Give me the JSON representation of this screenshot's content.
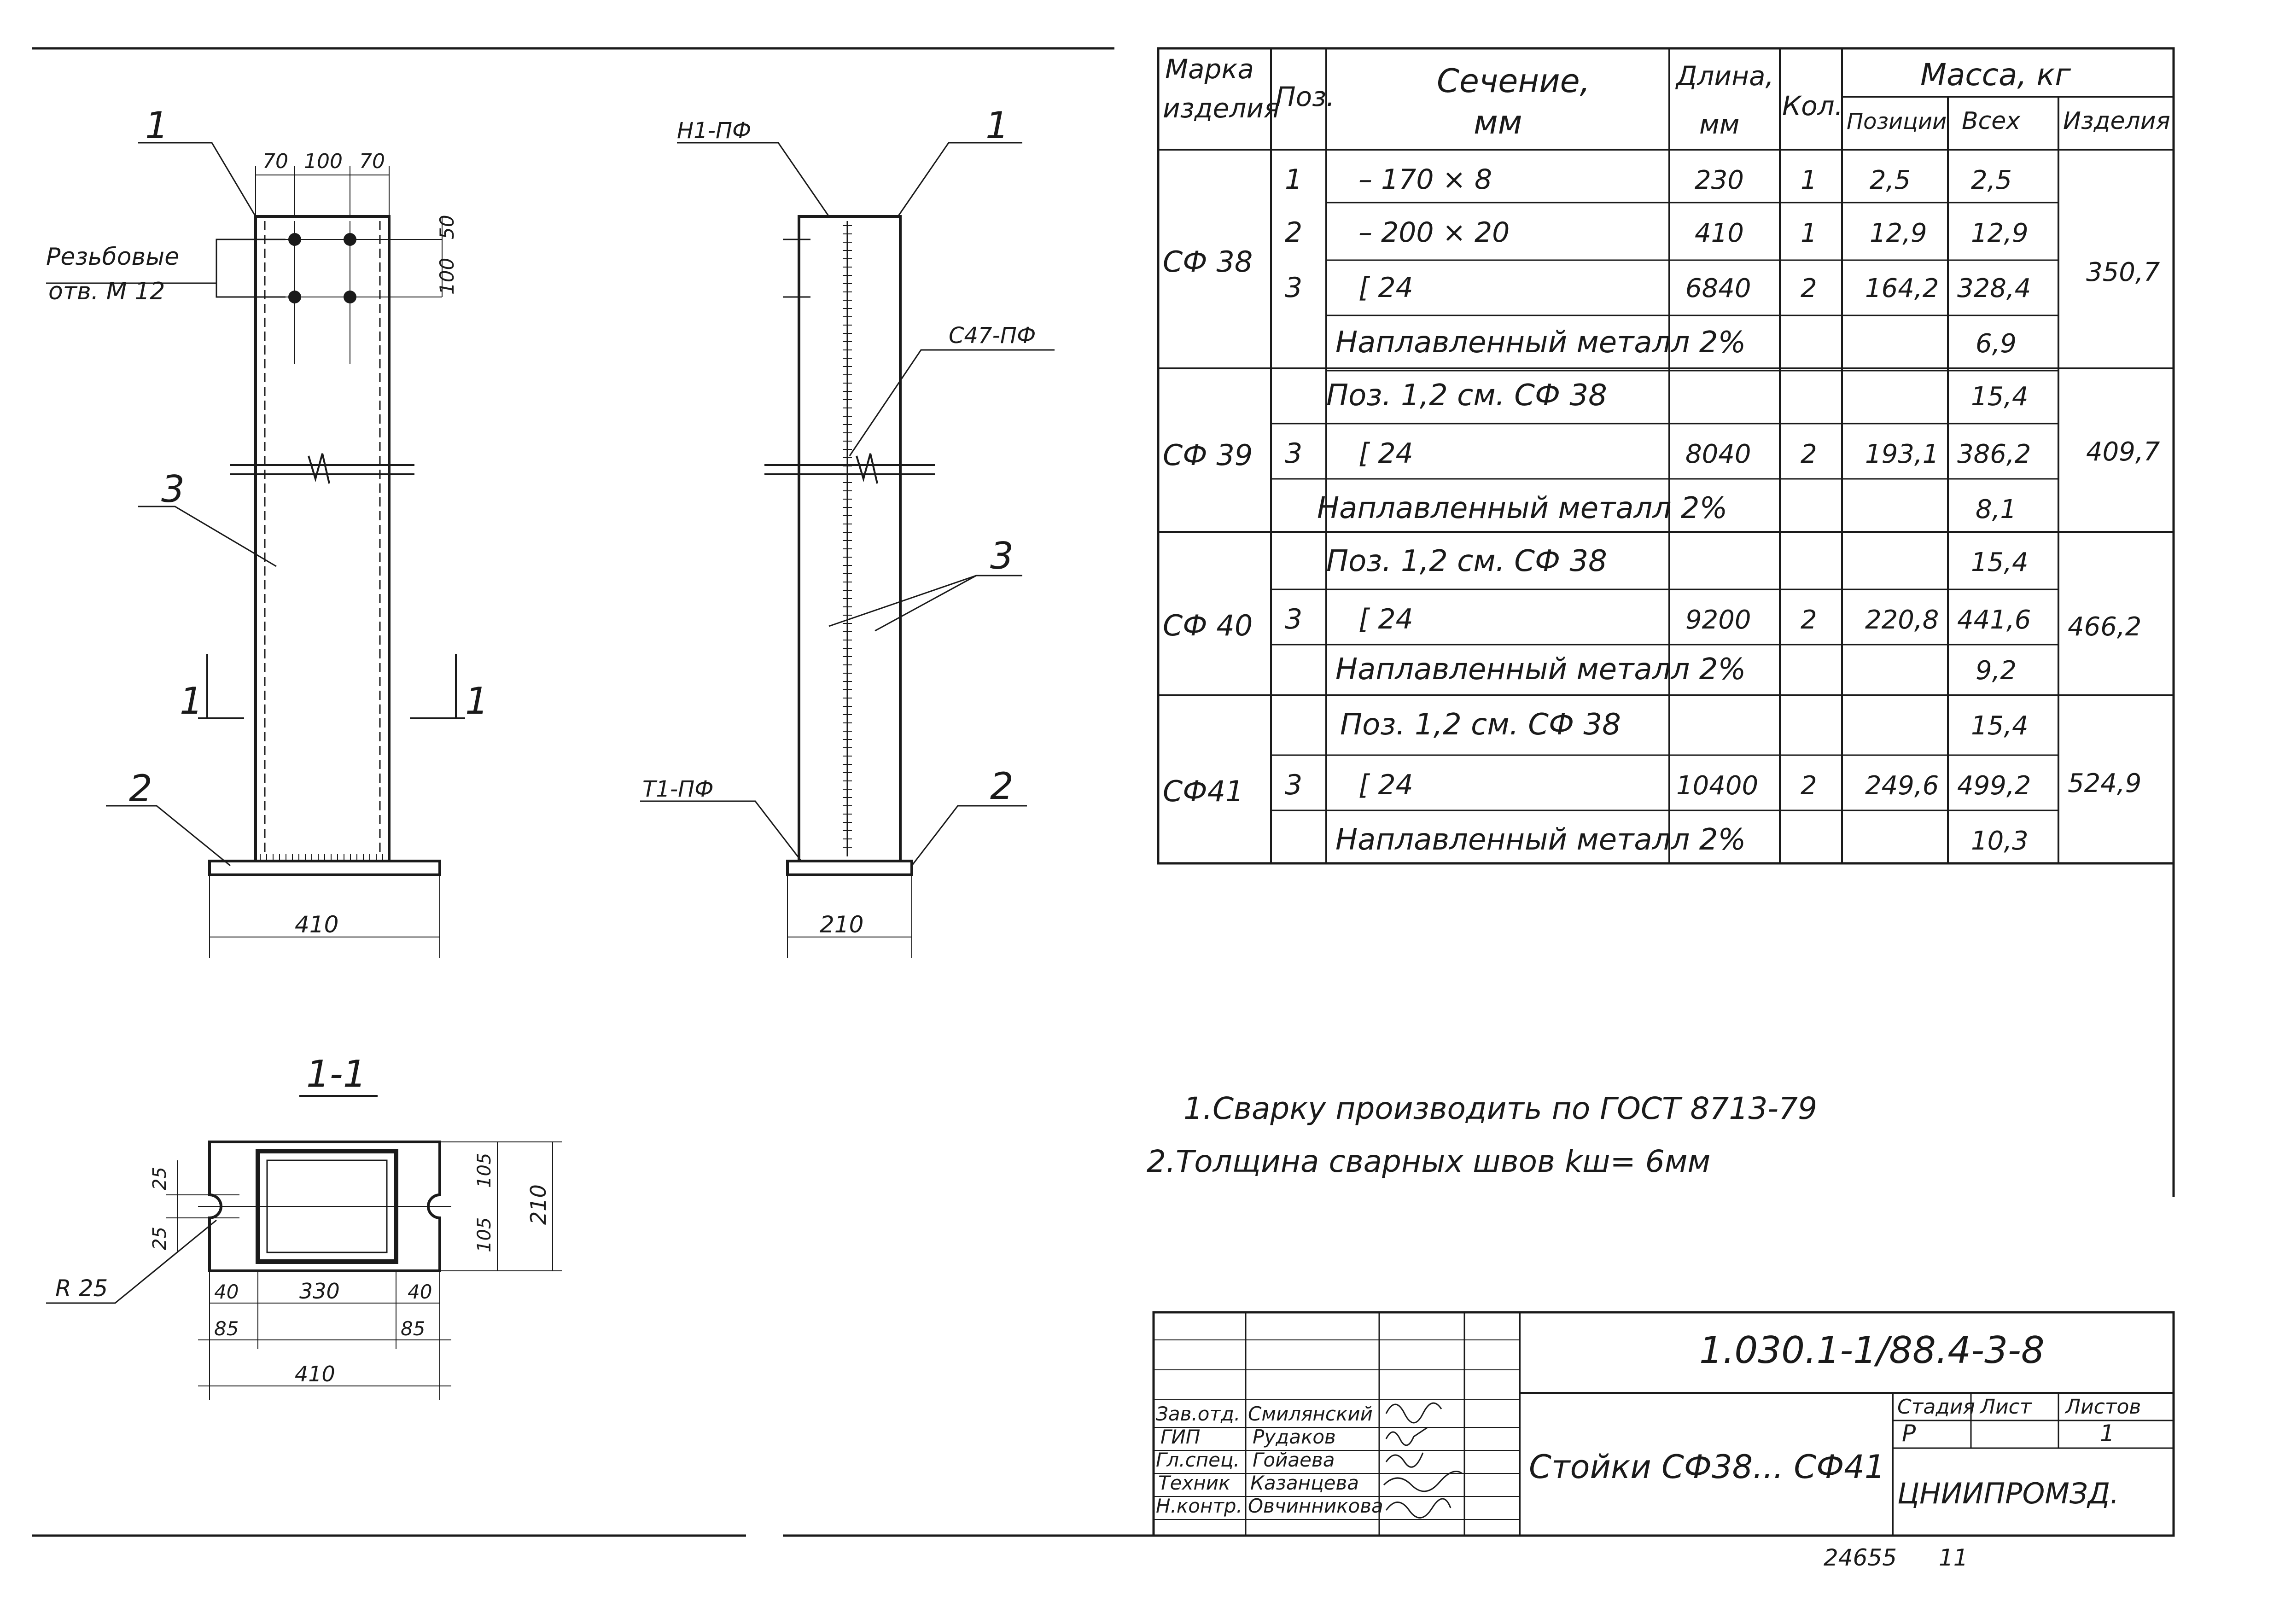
{
  "left_view": {
    "callouts": [
      "1",
      "3",
      "2"
    ],
    "section_mark": "1",
    "threaded_holes_label_line1": "Резьбовые",
    "threaded_holes_label_line2": "отв. М 12",
    "top_dims": [
      "70",
      "100",
      "70"
    ],
    "side_dims": [
      "50",
      "100"
    ],
    "base_width": "410"
  },
  "middle_view": {
    "labels": [
      "Н1-ПФ",
      "С47-ПФ",
      "Т1-ПФ"
    ],
    "callouts": [
      "1",
      "3",
      "2"
    ],
    "base_width": "210"
  },
  "section_view": {
    "title": "1-1",
    "radius_label": "R 25",
    "left_dims": [
      "25",
      "25"
    ],
    "right_dims": [
      "105",
      "105",
      "210"
    ],
    "bottom_dims": [
      "40",
      "330",
      "40",
      "85",
      "85",
      "410"
    ]
  },
  "spec_table": {
    "headers": {
      "mark": [
        "Марка",
        "изделия"
      ],
      "pos": "Поз.",
      "section": [
        "Сечение,",
        "мм"
      ],
      "length": [
        "Длина,",
        "мм"
      ],
      "qty": "Кол.",
      "mass": "Масса, кг",
      "mass_pos": "Позиции",
      "mass_all": "Всех",
      "mass_item": "Изделия"
    },
    "groups": [
      {
        "mark": "СФ 38",
        "item_mass": "350,7",
        "rows": [
          {
            "pos": "1",
            "section": "– 170 × 8",
            "length": "230",
            "qty": "1",
            "mpos": "2,5",
            "mall": "2,5"
          },
          {
            "pos": "2",
            "section": "– 200 × 20",
            "length": "410",
            "qty": "1",
            "mpos": "12,9",
            "mall": "12,9"
          },
          {
            "pos": "3",
            "section": "[ 24",
            "length": "6840",
            "qty": "2",
            "mpos": "164,2",
            "mall": "328,4"
          }
        ],
        "weld_text": "Наплавленный металл 2%",
        "weld_mass": "6,9"
      },
      {
        "mark": "СФ 39",
        "item_mass": "409,7",
        "ref_text": "Поз. 1,2 см. СФ 38",
        "ref_mass": "15,4",
        "rows": [
          {
            "pos": "3",
            "section": "[ 24",
            "length": "8040",
            "qty": "2",
            "mpos": "193,1",
            "mall": "386,2"
          }
        ],
        "weld_text": "Наплавленный металл 2%",
        "weld_mass": "8,1"
      },
      {
        "mark": "СФ 40",
        "item_mass": "466,2",
        "ref_text": "Поз. 1,2 см. СФ 38",
        "ref_mass": "15,4",
        "rows": [
          {
            "pos": "3",
            "section": "[ 24",
            "length": "9200",
            "qty": "2",
            "mpos": "220,8",
            "mall": "441,6"
          }
        ],
        "weld_text": "Наплавленный металл 2%",
        "weld_mass": "9,2"
      },
      {
        "mark": "СФ41",
        "item_mass": "524,9",
        "ref_text": "Поз. 1,2 см. СФ 38",
        "ref_mass": "15,4",
        "rows": [
          {
            "pos": "3",
            "section": "[ 24",
            "length": "10400",
            "qty": "2",
            "mpos": "249,6",
            "mall": "499,2"
          }
        ],
        "weld_text": "Наплавленный металл 2%",
        "weld_mass": "10,3"
      }
    ]
  },
  "notes": [
    "1.Сварку производить по ГОСТ 8713-79",
    "2.Толщина сварных швов kш= 6мм"
  ],
  "title_block": {
    "designation": "1.030.1-1/88.4-3-8",
    "name": "Стойки СФ38... СФ41",
    "stage_header": "Стадия",
    "sheet_header": "Лист",
    "sheets_header": "Листов",
    "stage": "Р",
    "sheets": "1",
    "org": "ЦНИИПРОМЗД.",
    "signers": [
      {
        "role": "Зав.отд.",
        "name": "Смилянский"
      },
      {
        "role": "ГИП",
        "name": "Рудаков"
      },
      {
        "role": "Гл.спец.",
        "name": "Гойаева"
      },
      {
        "role": "Техник",
        "name": "Казанцева"
      },
      {
        "role": "Н.контр.",
        "name": "Овчинникова"
      }
    ]
  },
  "footer": {
    "archive_no": "24655",
    "sheet_no": "11"
  }
}
